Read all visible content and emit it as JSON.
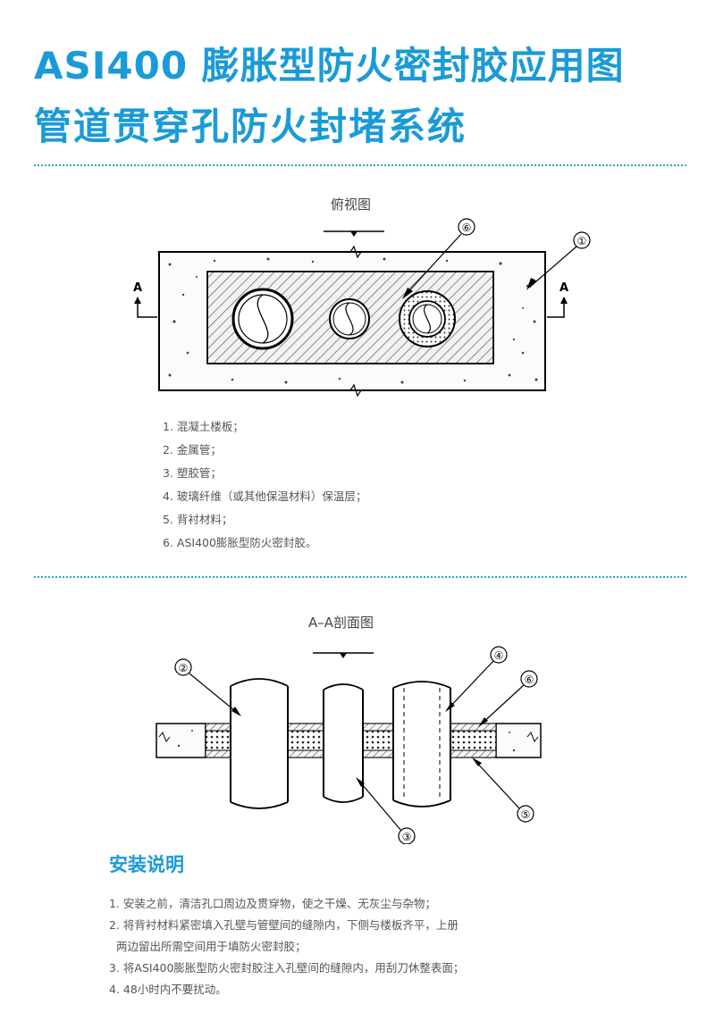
{
  "title_line1": "ASI400 膨胀型防火密封胶应用图",
  "title_line2": "管道贯穿孔防火封堵系统",
  "top_view": {
    "label": "俯视图",
    "section_mark": "A",
    "callouts": [
      "⑥",
      "①"
    ]
  },
  "legend": [
    "1. 混凝土楼板；",
    "2. 金属管；",
    "3. 塑胶管；",
    "4. 玻璃纤维（或其他保温材料）保温层；",
    "5. 背衬材料；",
    "6. ASI400膨胀型防火密封胶。"
  ],
  "section_view": {
    "label": "A–A剖面图",
    "callouts": [
      "②",
      "④",
      "⑥",
      "⑤",
      "③"
    ]
  },
  "install": {
    "heading": "安装说明",
    "steps": [
      "1. 安装之前，清洁孔口周边及贯穿物，使之干燥、无灰尘与杂物；",
      "2. 将背衬材料紧密填入孔壁与管壁间的缝隙内，下侧与楼板齐平，上册",
      "   两边留出所需空间用于填防火密封胶；",
      "3. 将ASI400膨胀型防火密封胶注入孔壁间的缝隙内，用刮刀休整表面；",
      "4. 48小时内不要扰动。"
    ]
  },
  "colors": {
    "brand": "#1a9bd7",
    "divider": "#2aa8b0"
  }
}
